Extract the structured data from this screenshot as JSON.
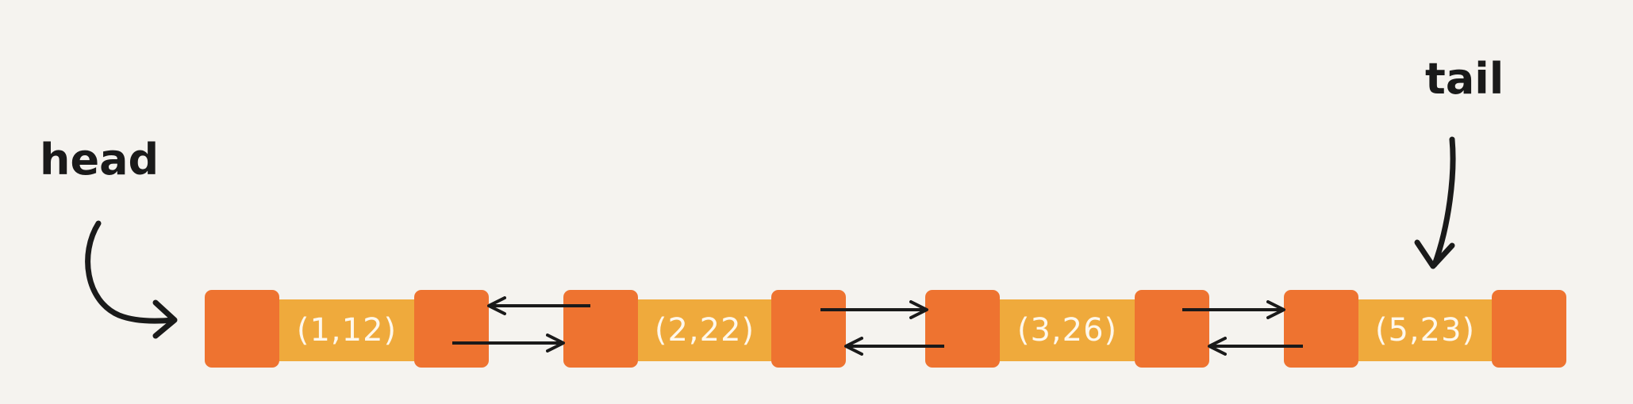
{
  "labels": {
    "head": "head",
    "tail": "tail"
  },
  "nodes": [
    {
      "value": "(1,12)"
    },
    {
      "value": "(2,22)"
    },
    {
      "value": "(3,26)"
    },
    {
      "value": "(5,23)"
    }
  ],
  "colors": {
    "pointer_cell": "#ee7330",
    "data_cell": "#efaa3c",
    "text": "#fff8ec",
    "ink": "#1a1a1a",
    "background": "#f5f3ef"
  }
}
